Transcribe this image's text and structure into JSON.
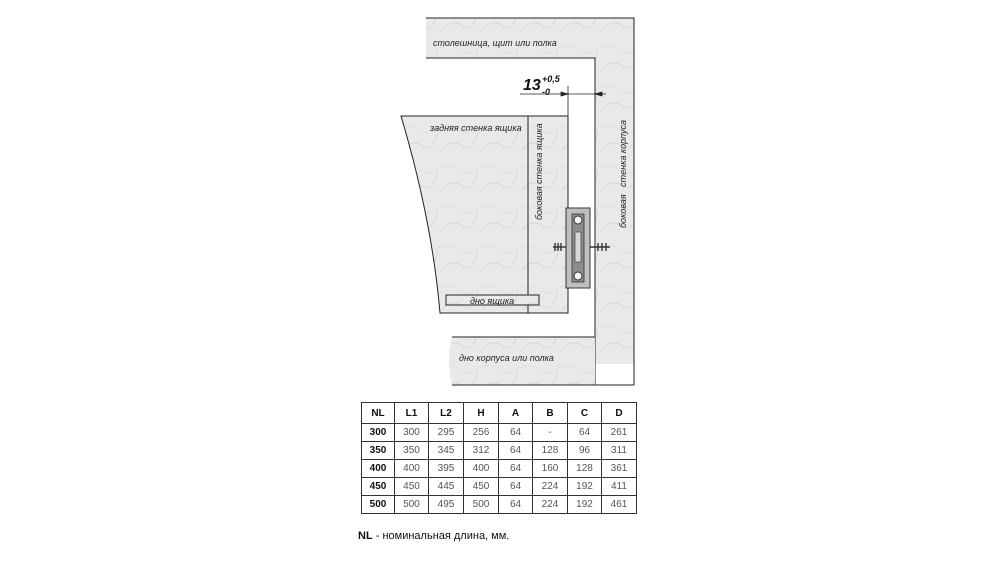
{
  "labels": {
    "countertop": "столешница, щит или полка",
    "back_wall": "задняя стенка ящика",
    "drawer_side": "боковая стенка ящика",
    "cabinet_side": "боковая   стенка корпуса",
    "drawer_bottom": "дно ящика",
    "cabinet_bottom": "дно корпуса или полка"
  },
  "dimension": {
    "value": "13",
    "upper_tol": "+0,5",
    "lower_tol": "-0"
  },
  "table": {
    "headers": [
      "NL",
      "L1",
      "L2",
      "H",
      "A",
      "B",
      "C",
      "D"
    ],
    "rows": [
      [
        "300",
        "300",
        "295",
        "256",
        "64",
        "-",
        "64",
        "261"
      ],
      [
        "350",
        "350",
        "345",
        "312",
        "64",
        "128",
        "96",
        "311"
      ],
      [
        "400",
        "400",
        "395",
        "400",
        "64",
        "160",
        "128",
        "361"
      ],
      [
        "450",
        "450",
        "445",
        "450",
        "64",
        "224",
        "192",
        "411"
      ],
      [
        "500",
        "500",
        "495",
        "500",
        "64",
        "224",
        "192",
        "461"
      ]
    ]
  },
  "note": {
    "term": "NL",
    "text": " - номинальная длина, мм."
  },
  "colors": {
    "panel": "#e9e9e9",
    "stroke": "#222222",
    "text_muted": "#555555"
  }
}
